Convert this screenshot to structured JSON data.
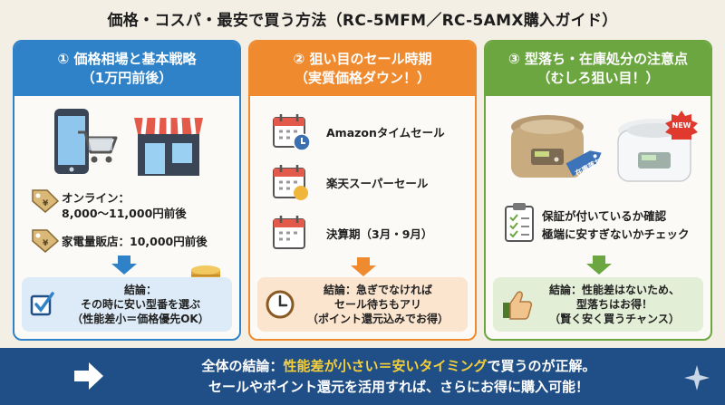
{
  "title": "価格・コスパ・最安で買う方法（RC-5MFM／RC-5AMX購入ガイド）",
  "panels": {
    "price": {
      "header_line1": "① 価格相場と基本戦略",
      "header_line2": "（1万円前後）",
      "online_label": "オンライン：",
      "online_price": "8,000〜11,000円前後",
      "store_price": "家電量販店：10,000円前後",
      "conclusion_line1": "結論：",
      "conclusion_line2": "その時に安い型番を選ぶ",
      "conclusion_line3": "（性能差小＝価格優先OK）"
    },
    "sale": {
      "header_line1": "② 狙い目のセール時期",
      "header_line2": "（実質価格ダウン！）",
      "items": [
        "Amazonタイムセール",
        "楽天スーパーセール",
        "決算期（3月・9月）"
      ],
      "conclusion_line1": "結論：急ぎでなければ",
      "conclusion_line2": "セール待ちもアリ",
      "conclusion_line3": "（ポイント還元込みでお得）"
    },
    "outlet": {
      "header_line1": "③ 型落ち・在庫処分の注意点",
      "header_line2": "（むしろ狙い目！）",
      "tag_label": "在庫落ち",
      "new_badge": "NEW",
      "check1": "保証が付いているか確認",
      "check2": "極端に安すぎないかチェック",
      "conclusion_line1": "結論：性能差はないため、",
      "conclusion_line2": "型落ちはお得！",
      "conclusion_line3": "（賢く安く買うチャンス）"
    }
  },
  "bottom": {
    "line1_prefix": "全体の結論：",
    "line1_highlight": "性能差が小さい＝安いタイミング",
    "line1_suffix": "で買うのが正解。",
    "line2": "セールやポイント還元を活用すれば、さらにお得に購入可能！"
  },
  "colors": {
    "blue": "#2f82c7",
    "orange": "#ef8a2e",
    "green": "#6ca640",
    "navy": "#1f4f86",
    "highlight": "#f6cf3a"
  },
  "icons": [
    "smartphone-cart-icon",
    "storefront-icon",
    "price-tag-icon",
    "coin-stack-icon",
    "checkbox-icon",
    "calendar-icon",
    "clock-icon",
    "rice-cooker-icon",
    "clipboard-checklist-icon",
    "thumbs-up-icon",
    "arrow-right-icon",
    "sparkle-icon"
  ]
}
